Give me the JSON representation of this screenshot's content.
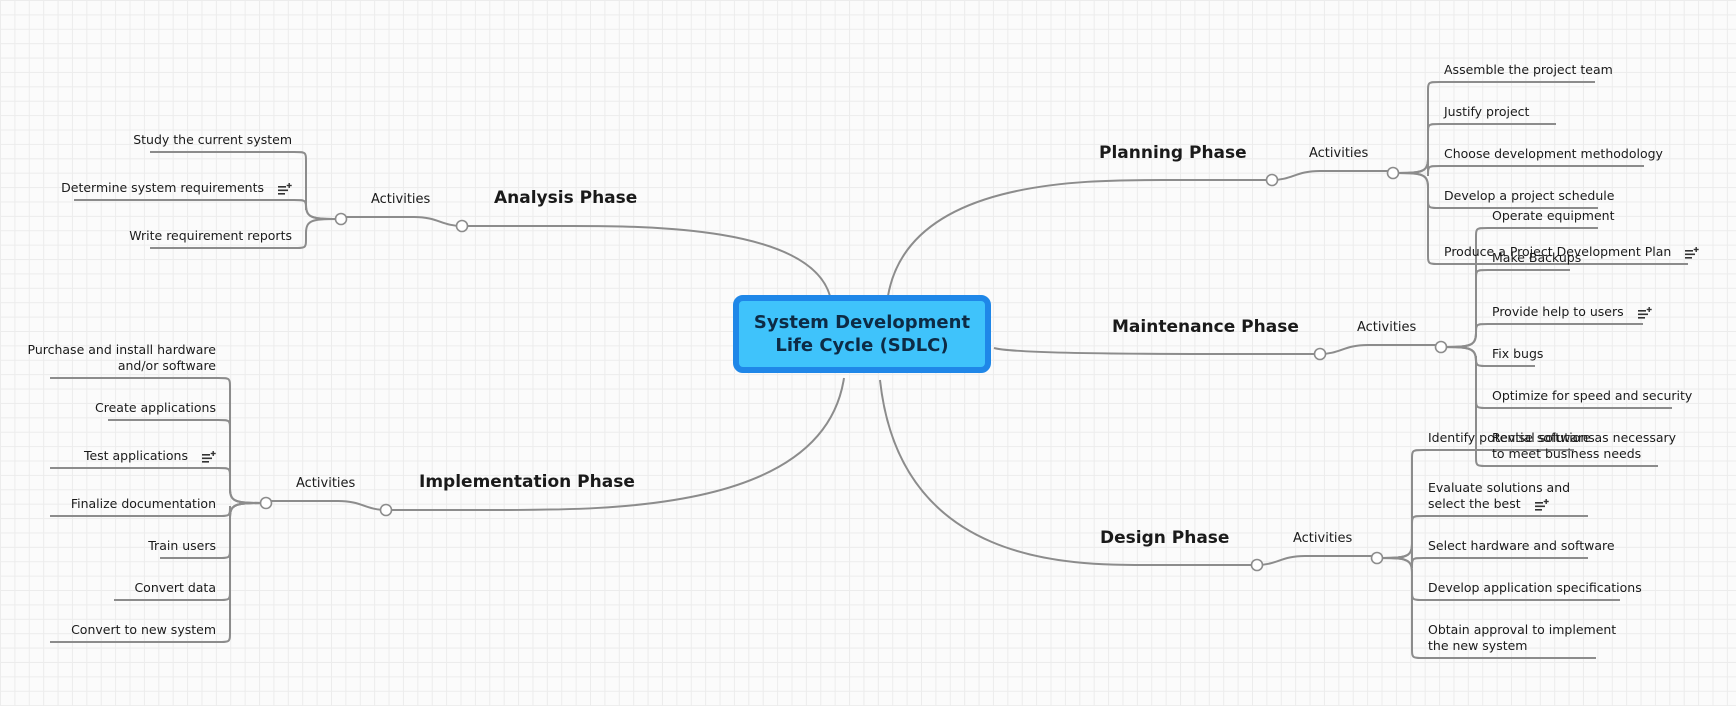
{
  "central": {
    "title": "System Development Life Cycle (SDLC)"
  },
  "icons": {
    "note": "note-add-icon"
  },
  "colors": {
    "central_fill": "#3fc3fb",
    "central_border": "#1f87e8",
    "line": "#8c8c8c"
  },
  "branches": [
    {
      "id": "analysis",
      "side": "left",
      "label": "Analysis Phase",
      "activities_label": "Activities",
      "children": [
        {
          "text": "Study the current system"
        },
        {
          "text": "Determine system requirements",
          "note": true
        },
        {
          "text": "Write requirement reports"
        }
      ]
    },
    {
      "id": "implementation",
      "side": "left",
      "label": "Implementation Phase",
      "activities_label": "Activities",
      "children": [
        {
          "text": "Purchase and install hardware\nand/or software"
        },
        {
          "text": "Create applications"
        },
        {
          "text": "Test applications",
          "note": true
        },
        {
          "text": "Finalize documentation"
        },
        {
          "text": "Train users"
        },
        {
          "text": "Convert data"
        },
        {
          "text": "Convert to new system"
        }
      ]
    },
    {
      "id": "planning",
      "side": "right",
      "label": "Planning Phase",
      "activities_label": "Activities",
      "children": [
        {
          "text": "Assemble the project team"
        },
        {
          "text": "Justify project"
        },
        {
          "text": "Choose development methodology"
        },
        {
          "text": "Develop a project schedule"
        },
        {
          "text": "Produce a Project Development Plan",
          "note": true
        }
      ]
    },
    {
      "id": "maintenance",
      "side": "right",
      "label": "Maintenance Phase",
      "activities_label": "Activities",
      "children": [
        {
          "text": "Operate equipment"
        },
        {
          "text": "Make Backups"
        },
        {
          "text": "Provide help to users",
          "note": true
        },
        {
          "text": "Fix bugs"
        },
        {
          "text": "Optimize for speed and security"
        },
        {
          "text": "Revise software as necessary\nto meet business needs"
        }
      ]
    },
    {
      "id": "design",
      "side": "right",
      "label": "Design Phase",
      "activities_label": "Activities",
      "children": [
        {
          "text": "Identify potential solutions"
        },
        {
          "text": "Evaluate solutions and\nselect the best",
          "note": true
        },
        {
          "text": "Select hardware and software"
        },
        {
          "text": "Develop application specifications"
        },
        {
          "text": "Obtain approval to implement\nthe new system"
        }
      ]
    }
  ]
}
